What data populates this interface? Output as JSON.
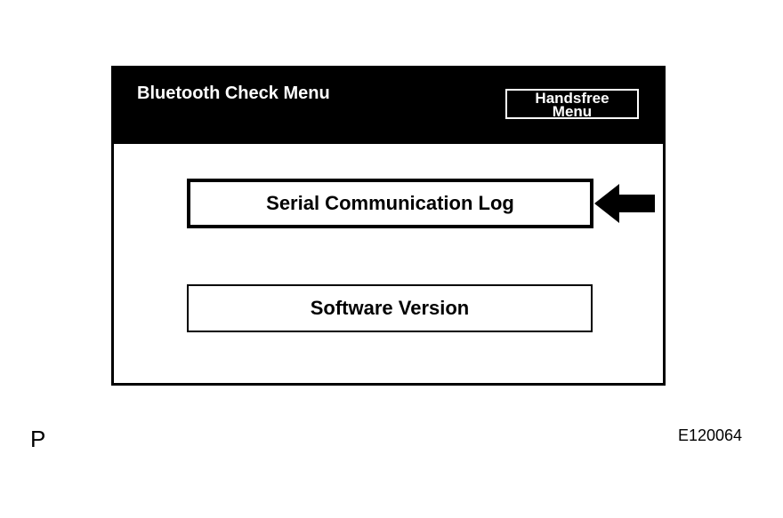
{
  "screen": {
    "title": "Bluetooth Check Menu",
    "handsfree_button": {
      "line1": "Handsfree",
      "line2": "Menu"
    },
    "menu_items": [
      {
        "label": "Serial Communication Log",
        "selected": true
      },
      {
        "label": "Software Version",
        "selected": false
      }
    ]
  },
  "figure": {
    "corner_letter": "P",
    "code": "E120064"
  },
  "colors": {
    "background": "#ffffff",
    "header": "#000000",
    "text_on_header": "#ffffff",
    "border": "#000000"
  },
  "icons": {
    "pointer": "arrow-left-icon"
  }
}
